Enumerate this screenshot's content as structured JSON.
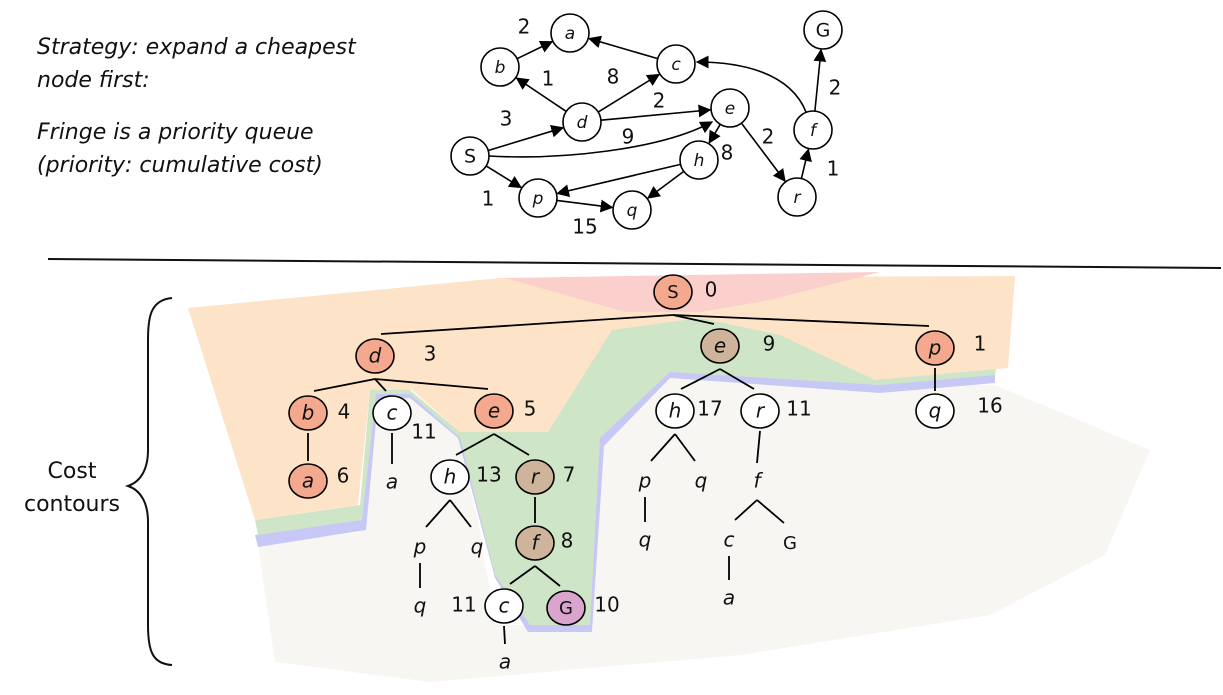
{
  "captions": {
    "strategy": "Strategy: expand a cheapest node first:",
    "fringe": "Fringe is a priority queue (priority: cumulative cost)"
  },
  "cost_contours_label": "Cost contours",
  "graph": {
    "nodes": [
      {
        "id": "a",
        "label": "a"
      },
      {
        "id": "b",
        "label": "b"
      },
      {
        "id": "c",
        "label": "c"
      },
      {
        "id": "d",
        "label": "d"
      },
      {
        "id": "e",
        "label": "e"
      },
      {
        "id": "f",
        "label": "f"
      },
      {
        "id": "G",
        "label": "G"
      },
      {
        "id": "S",
        "label": "S"
      },
      {
        "id": "h",
        "label": "h"
      },
      {
        "id": "p",
        "label": "p"
      },
      {
        "id": "q",
        "label": "q"
      },
      {
        "id": "r",
        "label": "r"
      }
    ],
    "edges": [
      {
        "from": "b",
        "to": "a",
        "cost": "2"
      },
      {
        "from": "d",
        "to": "b",
        "cost": "1"
      },
      {
        "from": "c",
        "to": "a",
        "cost": ""
      },
      {
        "from": "d",
        "to": "c",
        "cost": "8"
      },
      {
        "from": "d",
        "to": "e",
        "cost": "2"
      },
      {
        "from": "S",
        "to": "d",
        "cost": "3"
      },
      {
        "from": "S",
        "to": "e",
        "cost": "9"
      },
      {
        "from": "S",
        "to": "p",
        "cost": "1"
      },
      {
        "from": "e",
        "to": "h",
        "cost": "8"
      },
      {
        "from": "e",
        "to": "r",
        "cost": "2"
      },
      {
        "from": "h",
        "to": "p",
        "cost": ""
      },
      {
        "from": "h",
        "to": "q",
        "cost": ""
      },
      {
        "from": "p",
        "to": "q",
        "cost": "15"
      },
      {
        "from": "r",
        "to": "f",
        "cost": "1"
      },
      {
        "from": "f",
        "to": "G",
        "cost": "2"
      },
      {
        "from": "f",
        "to": "c",
        "cost": ""
      }
    ]
  },
  "search_tree": {
    "nodes": [
      {
        "id": "S",
        "label": "S",
        "cost": "0",
        "circled": true,
        "fill": "#f4a98f"
      },
      {
        "id": "d",
        "label": "d",
        "cost": "3",
        "circled": true,
        "fill": "#f4a98f"
      },
      {
        "id": "e1",
        "label": "e",
        "cost": "9",
        "circled": true,
        "fill": "#cdb49a"
      },
      {
        "id": "p1",
        "label": "p",
        "cost": "1",
        "circled": true,
        "fill": "#f4a98f"
      },
      {
        "id": "b",
        "label": "b",
        "cost": "4",
        "circled": true,
        "fill": "#f4a98f"
      },
      {
        "id": "c1",
        "label": "c",
        "cost": "11",
        "circled": true,
        "fill": "#ffffff"
      },
      {
        "id": "e2",
        "label": "e",
        "cost": "5",
        "circled": true,
        "fill": "#f4a98f"
      },
      {
        "id": "a1",
        "label": "a",
        "cost": "6",
        "circled": true,
        "fill": "#f4a98f"
      },
      {
        "id": "a2",
        "label": "a",
        "cost": "",
        "circled": false
      },
      {
        "id": "h1",
        "label": "h",
        "cost": "13",
        "circled": true,
        "fill": "#ffffff"
      },
      {
        "id": "r1",
        "label": "r",
        "cost": "7",
        "circled": true,
        "fill": "#cdb49a"
      },
      {
        "id": "p2",
        "label": "p",
        "cost": "",
        "circled": false
      },
      {
        "id": "q2",
        "label": "q",
        "cost": "",
        "circled": false
      },
      {
        "id": "q3",
        "label": "q",
        "cost": "",
        "circled": false
      },
      {
        "id": "f1",
        "label": "f",
        "cost": "8",
        "circled": true,
        "fill": "#cdb49a"
      },
      {
        "id": "c2",
        "label": "c",
        "cost": "11",
        "circled": true,
        "fill": "#ffffff"
      },
      {
        "id": "G1",
        "label": "G",
        "cost": "10",
        "circled": true,
        "fill": "#d9a4cd"
      },
      {
        "id": "a3",
        "label": "a",
        "cost": "",
        "circled": false
      },
      {
        "id": "h2",
        "label": "h",
        "cost": "17",
        "circled": true,
        "fill": "#ffffff"
      },
      {
        "id": "r2",
        "label": "r",
        "cost": "11",
        "circled": true,
        "fill": "#ffffff"
      },
      {
        "id": "p3",
        "label": "p",
        "cost": "",
        "circled": false
      },
      {
        "id": "q4",
        "label": "q",
        "cost": "",
        "circled": false
      },
      {
        "id": "q5",
        "label": "q",
        "cost": "",
        "circled": false
      },
      {
        "id": "f2",
        "label": "f",
        "cost": "",
        "circled": false
      },
      {
        "id": "c3",
        "label": "c",
        "cost": "",
        "circled": false
      },
      {
        "id": "G2",
        "label": "G",
        "cost": "",
        "circled": false
      },
      {
        "id": "a4",
        "label": "a",
        "cost": "",
        "circled": false
      },
      {
        "id": "q1",
        "label": "q",
        "cost": "16",
        "circled": true,
        "fill": "#ffffff"
      }
    ],
    "contour_colors": [
      "#fbcfcb",
      "#fde4c8",
      "#cfe5c8",
      "#c8c8f6",
      "#f7f6f3"
    ]
  }
}
